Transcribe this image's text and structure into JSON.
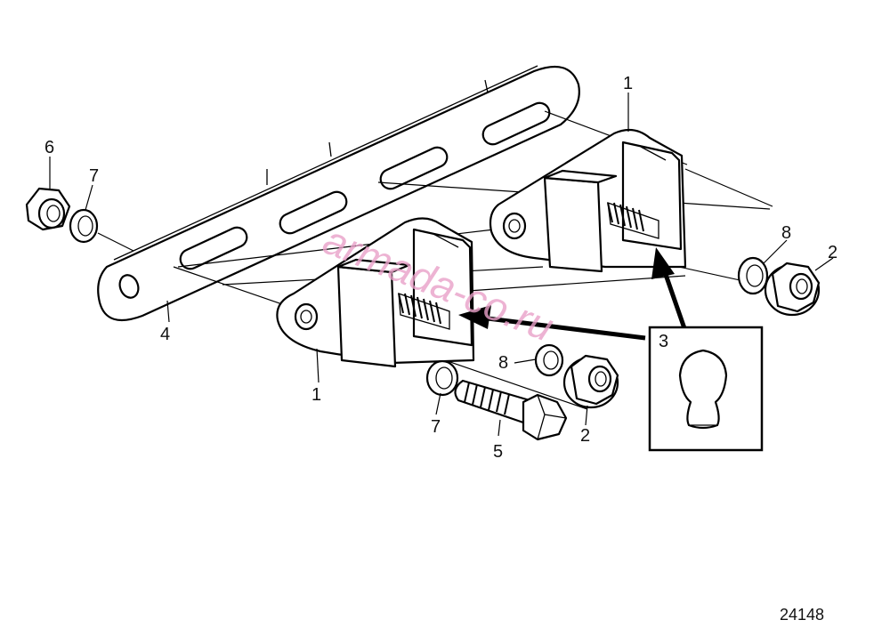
{
  "callouts": {
    "c1_top": "1",
    "c1_bottom": "1",
    "c2_right": "2",
    "c2_bottom": "2",
    "c3": "3",
    "c4": "4",
    "c5": "5",
    "c6": "6",
    "c7_left": "7",
    "c7_bottom": "7",
    "c8_right": "8",
    "c8_mid": "8"
  },
  "reference_number": "24148",
  "watermark": {
    "text": "armada-co.ru",
    "color": "#e8a0c8"
  },
  "colors": {
    "line": "#000000",
    "background": "#ffffff"
  }
}
